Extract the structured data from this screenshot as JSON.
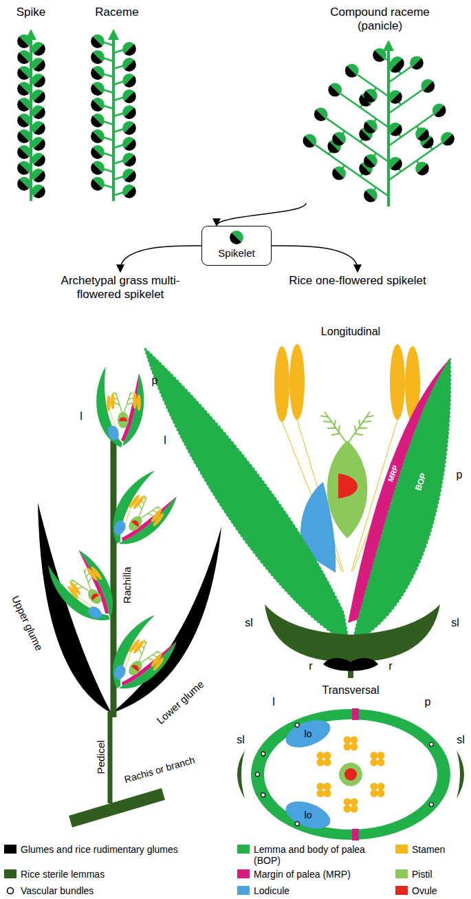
{
  "diagram": {
    "nodes": [
      {
        "text": [
          "Spike"
        ]
      },
      {
        "text": [
          "Raceme"
        ]
      },
      {
        "text": [
          "Compound raceme (panicle)"
        ]
      },
      {
        "text": [
          "Spikelet"
        ]
      },
      {
        "text": [
          "Archetypal grass multi-flowered spikelet"
        ]
      },
      {
        "text": [
          "Rice one-flowered spikelet"
        ]
      }
    ],
    "edges": [
      {
        "from": 2,
        "to": 3,
        "arrow": "to"
      },
      {
        "from": 3,
        "to": 4,
        "arrow": "to"
      },
      {
        "from": 3,
        "to": 5,
        "arrow": "to"
      }
    ],
    "labels": [
      "Longitudinal",
      "Transversal",
      "l",
      "p",
      "Upper glume",
      "Rachilla",
      "Lower glume",
      "Pedicel",
      "Rachis or branch",
      "l",
      "p",
      "MRP",
      "BOP",
      "sl",
      "sl",
      "r",
      "r",
      "l",
      "p",
      "sl",
      "sl",
      "lo",
      "lo"
    ],
    "legend": [
      {
        "text": "Glumes and rice rudimentary glumes",
        "color": "#000000"
      },
      {
        "text": "Lemma and body of palea (BOP)",
        "color": "#22b04b"
      },
      {
        "text": "Stamen",
        "color": "#f6b71e"
      },
      {
        "text": "Rice sterile lemmas",
        "color": "#2f5e1f"
      },
      {
        "text": "Margin of palea (MRP)",
        "color": "#d81b7f"
      },
      {
        "text": "Pistil",
        "color": "#8dc85b"
      },
      {
        "text": "Vascular bundles"
      },
      {
        "text": "Lodicule",
        "color": "#4aa3df"
      },
      {
        "text": "Ovule",
        "color": "#e4261c"
      }
    ]
  }
}
